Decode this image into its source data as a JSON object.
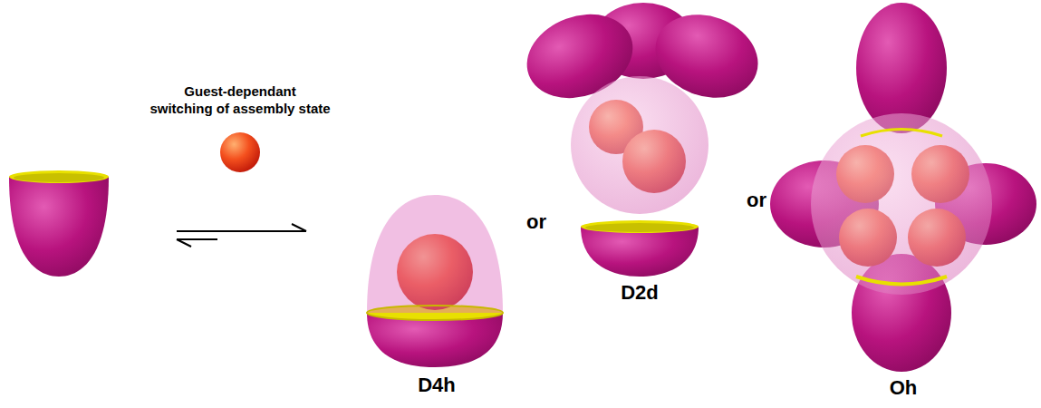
{
  "diagram": {
    "labels": [
      "Guest-dependant",
      "switching of assembly state",
      "or",
      "or",
      "D4h",
      "D2d",
      "Oh"
    ]
  }
}
